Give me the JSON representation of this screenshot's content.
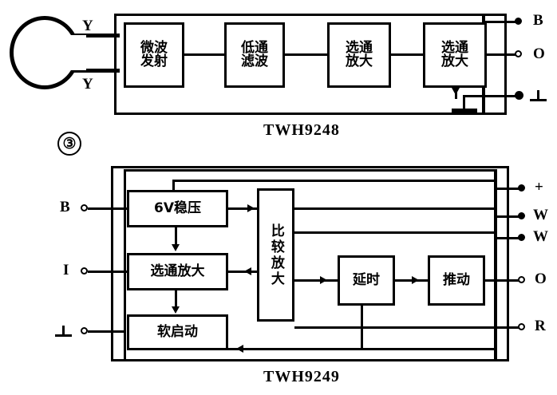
{
  "figure": {
    "number": "③",
    "background_color": "#ffffff",
    "line_color": "#000000"
  },
  "diagram_top": {
    "ic_caption": "TWH9248",
    "antenna": {
      "name": "loop-antenna",
      "lead_label_upper": "Y",
      "lead_label_lower": "Y"
    },
    "blocks": [
      {
        "id": "mw-transmit",
        "line1": "微波",
        "line2": "发射"
      },
      {
        "id": "lowpass-filter",
        "line1": "低通",
        "line2": "滤波"
      },
      {
        "id": "gated-amp-1",
        "line1": "选通",
        "line2": "放大"
      },
      {
        "id": "gated-amp-2",
        "line1": "选通",
        "line2": "放大"
      }
    ],
    "terminals": [
      {
        "id": "term-b",
        "label": "B"
      },
      {
        "id": "term-o",
        "label": "O"
      },
      {
        "id": "term-gnd",
        "label": "⊥"
      }
    ]
  },
  "diagram_bottom": {
    "ic_caption": "TWH9249",
    "blocks": [
      {
        "id": "regulator-6v",
        "text": "6V稳压"
      },
      {
        "id": "gated-amp",
        "text": "选通放大"
      },
      {
        "id": "soft-start",
        "text": "软启动"
      },
      {
        "id": "compare-amp",
        "text": "比较放大"
      },
      {
        "id": "delay",
        "text": "延时"
      },
      {
        "id": "drive",
        "text": "推动"
      }
    ],
    "terminals_left": [
      {
        "id": "in-b",
        "label": "B"
      },
      {
        "id": "in-i",
        "label": "I"
      },
      {
        "id": "in-gnd",
        "label": "⊥"
      }
    ],
    "terminals_right": [
      {
        "id": "out-plus",
        "label": "+"
      },
      {
        "id": "out-w1",
        "label": "W"
      },
      {
        "id": "out-w2",
        "label": "W"
      },
      {
        "id": "out-o",
        "label": "O"
      },
      {
        "id": "out-r",
        "label": "R"
      }
    ]
  }
}
